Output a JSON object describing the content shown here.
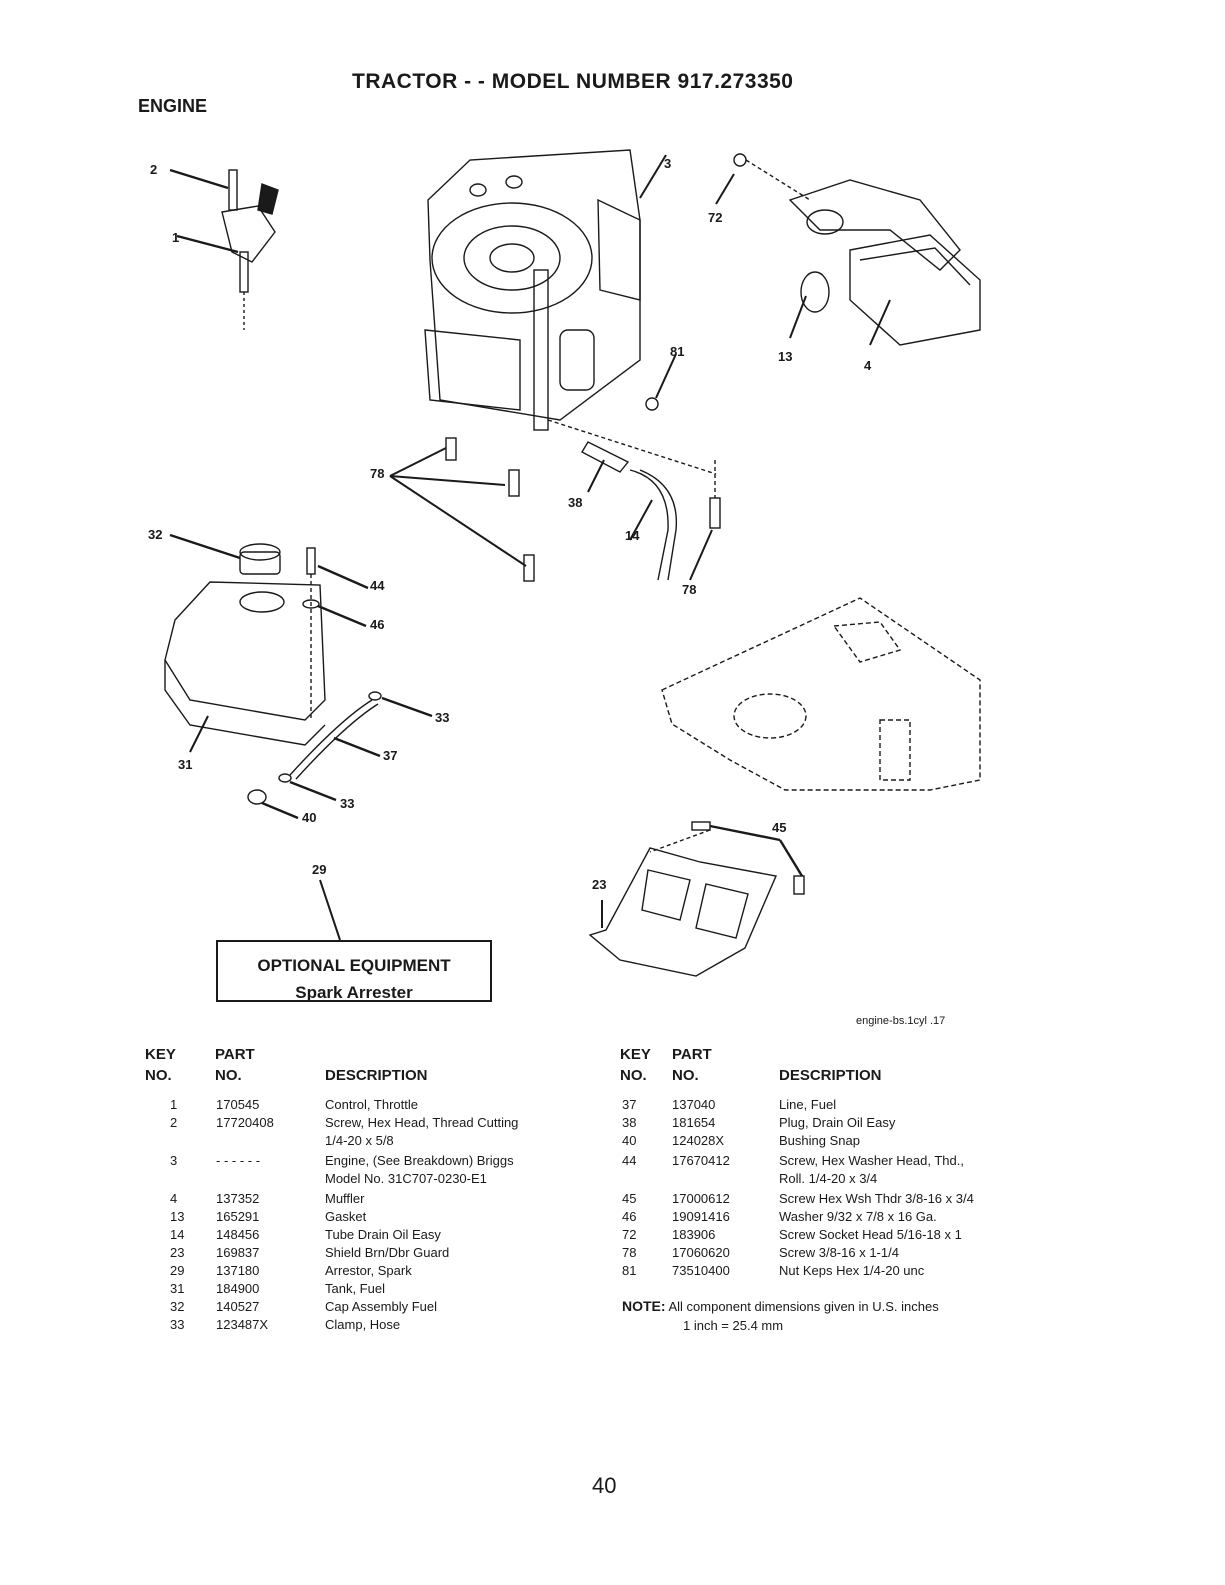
{
  "header": {
    "title": "TRACTOR - - MODEL NUMBER  917.273350",
    "section": "ENGINE"
  },
  "diagram": {
    "callouts": [
      "2",
      "1",
      "3",
      "72",
      "81",
      "13",
      "4",
      "78",
      "38",
      "14",
      "78",
      "32",
      "44",
      "46",
      "33",
      "37",
      "31",
      "33",
      "40",
      "45",
      "29",
      "23"
    ],
    "optional_box": {
      "line1": "OPTIONAL EQUIPMENT",
      "line2": "Spark Arrester"
    },
    "file_ref": "engine-bs.1cyl .17"
  },
  "table_headers": {
    "key_line1": "KEY",
    "part_line1": "PART",
    "key_line2": "NO.",
    "part_line2": "NO.",
    "description": "DESCRIPTION"
  },
  "parts_left": [
    {
      "key": "1",
      "part": "170545",
      "desc": "Control, Throttle"
    },
    {
      "key": "2",
      "part": "17720408",
      "desc": "Screw, Hex Head, Thread Cutting"
    },
    {
      "key": "",
      "part": "",
      "desc": "1/4-20 x 5/8"
    },
    {
      "key": "3",
      "part": "- - - - - -",
      "desc": "Engine, (See Breakdown) Briggs"
    },
    {
      "key": "",
      "part": "",
      "desc": "Model No. 31C707-0230-E1"
    },
    {
      "key": "4",
      "part": "137352",
      "desc": "Muffler"
    },
    {
      "key": "13",
      "part": "165291",
      "desc": "Gasket"
    },
    {
      "key": "14",
      "part": "148456",
      "desc": "Tube Drain Oil Easy"
    },
    {
      "key": "23",
      "part": "169837",
      "desc": "Shield Brn/Dbr Guard"
    },
    {
      "key": "29",
      "part": "137180",
      "desc": "Arrestor, Spark"
    },
    {
      "key": "31",
      "part": "184900",
      "desc": "Tank, Fuel"
    },
    {
      "key": "32",
      "part": "140527",
      "desc": "Cap Assembly Fuel"
    },
    {
      "key": "33",
      "part": "123487X",
      "desc": "Clamp, Hose"
    }
  ],
  "parts_right": [
    {
      "key": "37",
      "part": "137040",
      "desc": "Line, Fuel"
    },
    {
      "key": "38",
      "part": "181654",
      "desc": "Plug, Drain Oil Easy"
    },
    {
      "key": "40",
      "part": "124028X",
      "desc": "Bushing Snap"
    },
    {
      "key": "44",
      "part": "17670412",
      "desc": "Screw, Hex Washer Head, Thd.,"
    },
    {
      "key": "",
      "part": "",
      "desc": "Roll. 1/4-20 x 3/4"
    },
    {
      "key": "45",
      "part": "17000612",
      "desc": "Screw Hex Wsh Thdr 3/8-16 x 3/4"
    },
    {
      "key": "46",
      "part": "19091416",
      "desc": "Washer 9/32 x 7/8 x 16 Ga."
    },
    {
      "key": "72",
      "part": "183906",
      "desc": "Screw Socket Head 5/16-18 x 1"
    },
    {
      "key": "78",
      "part": "17060620",
      "desc": "Screw 3/8-16 x 1-1/4"
    },
    {
      "key": "81",
      "part": "73510400",
      "desc": "Nut Keps Hex 1/4-20 unc"
    }
  ],
  "note": {
    "label": "NOTE:",
    "text": "All component dimensions given in U.S. inches",
    "conversion": "1 inch = 25.4 mm"
  },
  "page_number": "40"
}
